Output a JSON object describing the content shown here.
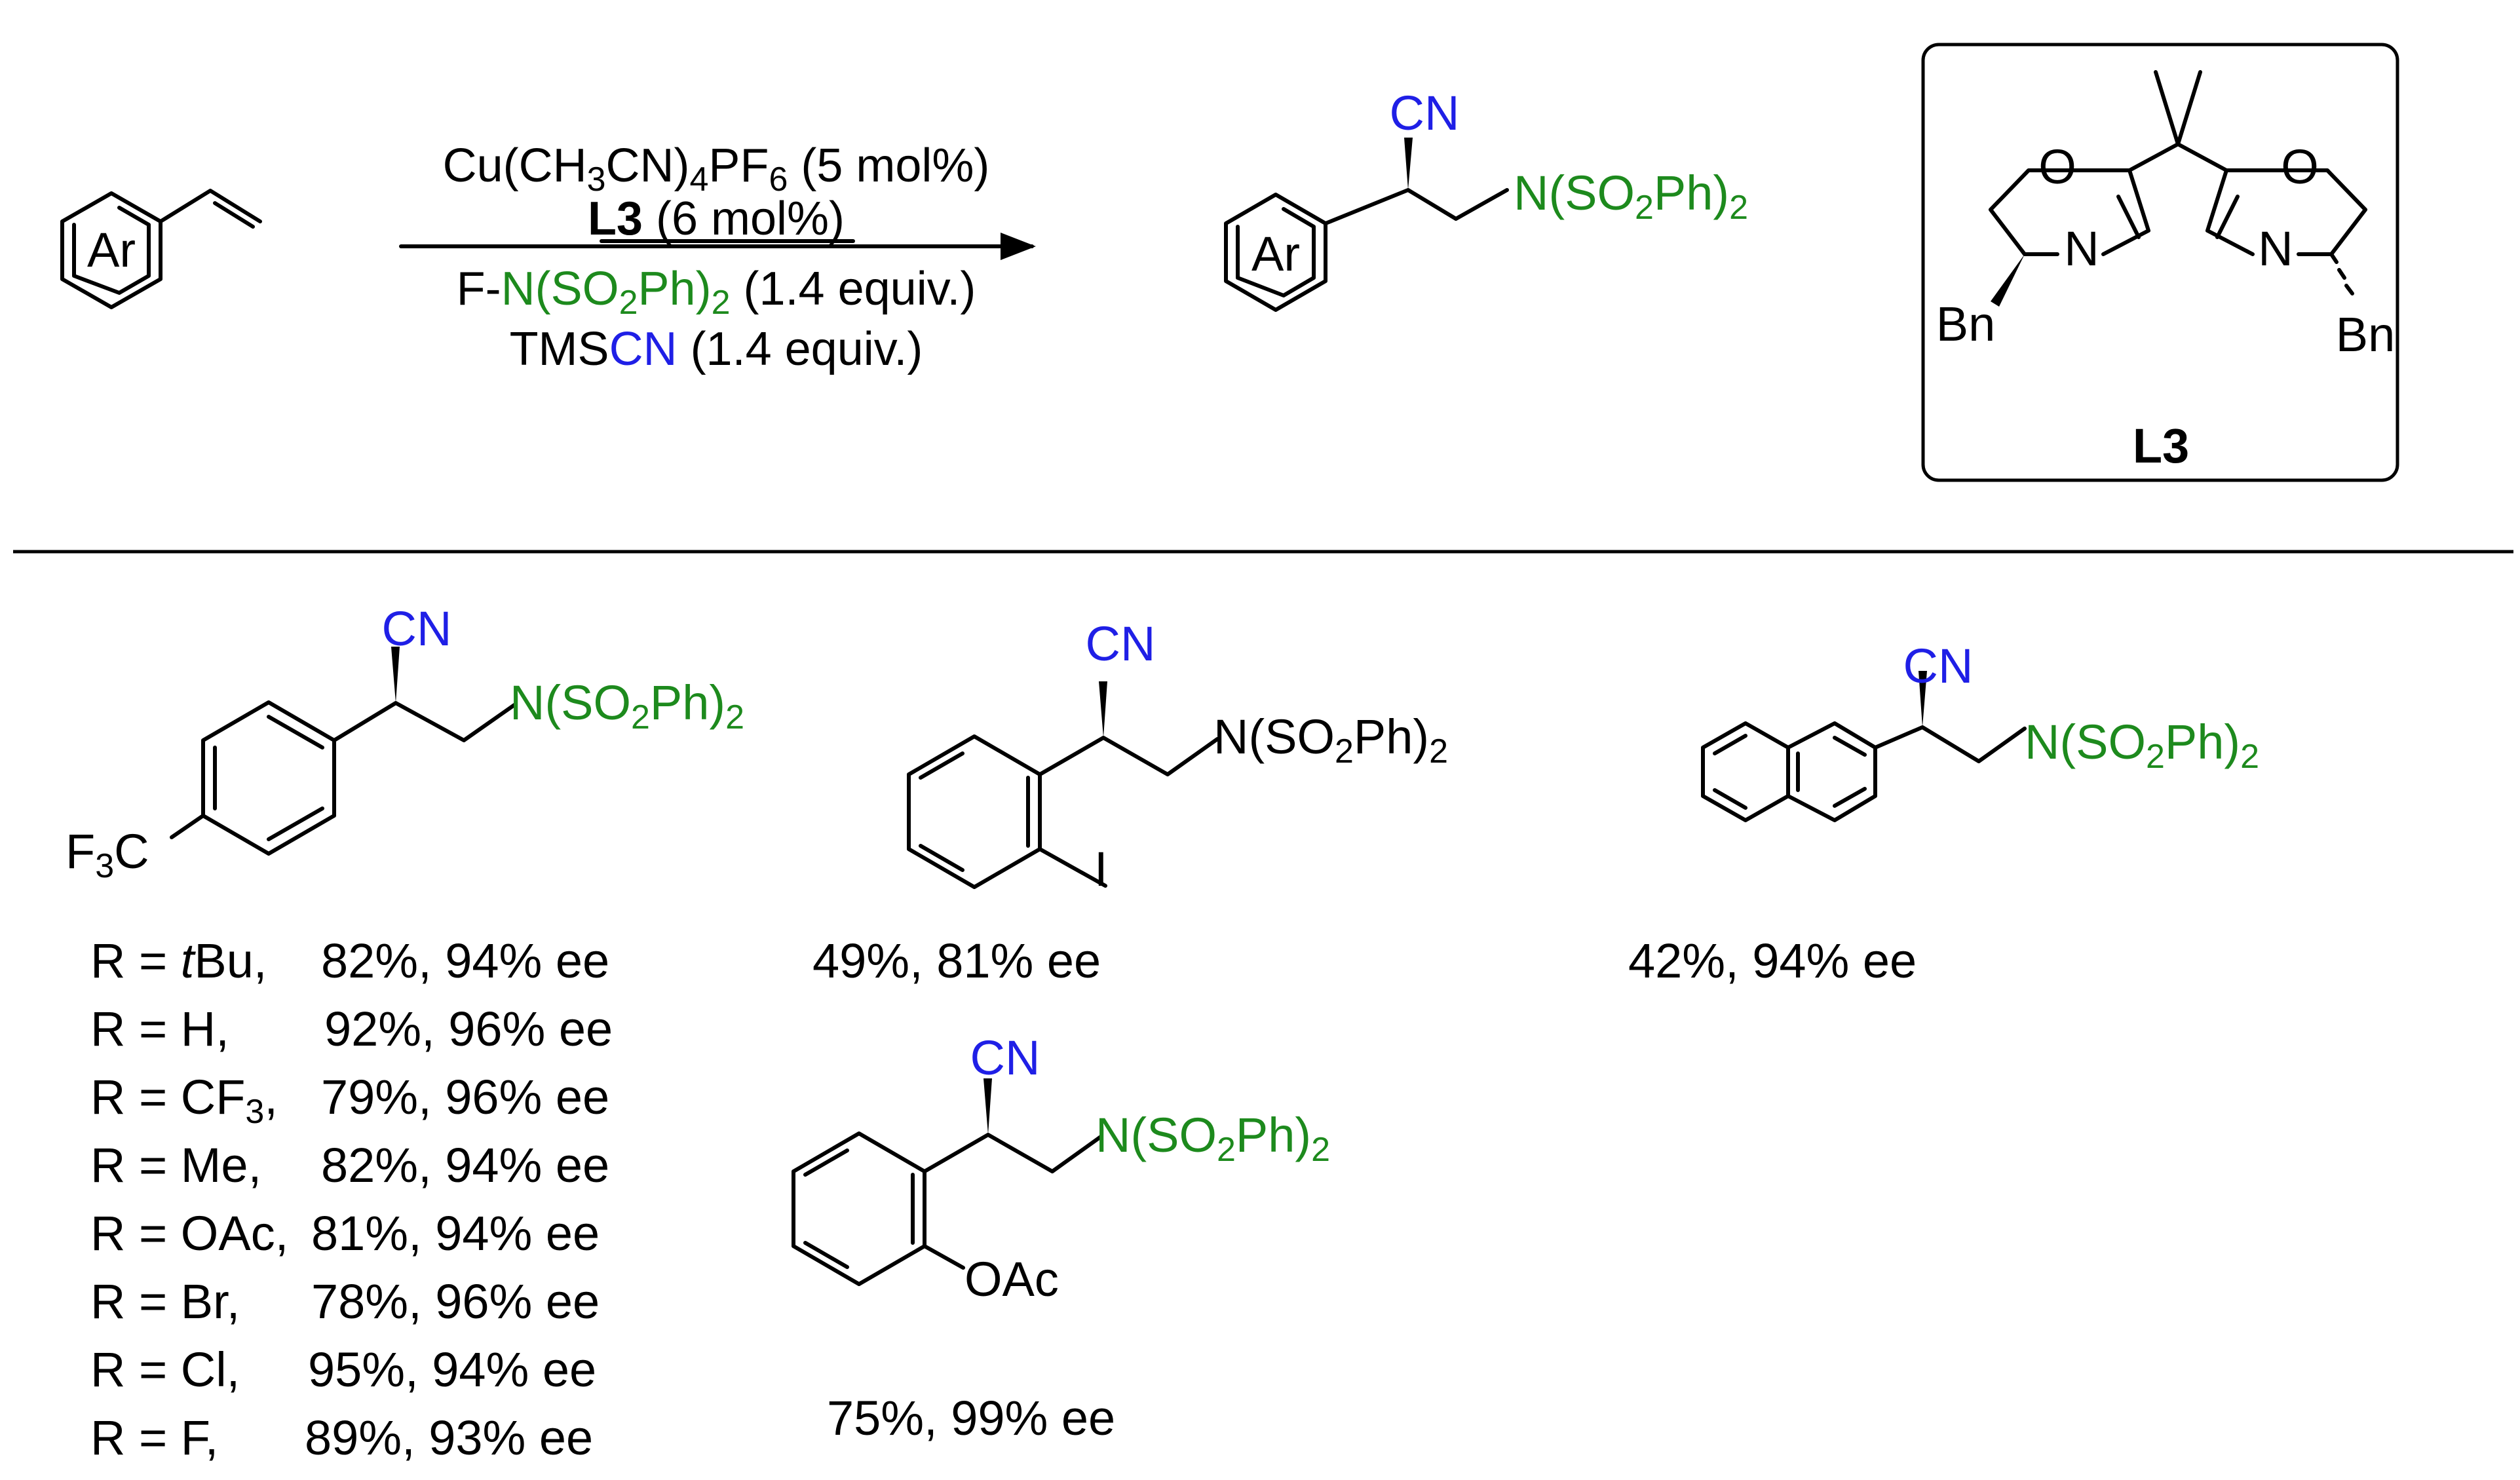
{
  "reaction": {
    "substrate_label": "Ar",
    "product_label": "Ar",
    "conditions": [
      {
        "parts": [
          "Cu(CH",
          "3",
          "CN)",
          "4",
          "PF",
          "6",
          " (5 mol%)"
        ]
      },
      {
        "parts": [
          "L3",
          " (6 mol%)"
        ]
      },
      {
        "parts": [
          "F-",
          "N(SO",
          "2",
          "Ph)",
          "2",
          " (1.4 equiv.)"
        ]
      },
      {
        "parts": [
          "TMS",
          "CN",
          " (1.4 equiv.)"
        ]
      }
    ],
    "nitrile_label": "CN",
    "amide_label": [
      "N(SO",
      "2",
      "Ph)",
      "2"
    ]
  },
  "ligand": {
    "name": "L3",
    "atoms": {
      "o": "O",
      "n": "N",
      "bn": "Bn"
    }
  },
  "substrates": {
    "para": {
      "nitrile": "CN",
      "amide": [
        "N(SO",
        "2",
        "Ph)",
        "2"
      ],
      "substituent": [
        "F",
        "3",
        "C"
      ],
      "results": [
        {
          "r": [
            "R = ",
            "t",
            "Bu,"
          ],
          "value": "82%, 94% ee"
        },
        {
          "r": [
            "R = H,"
          ],
          "value": "92%, 96% ee"
        },
        {
          "r": [
            "R = CF",
            "3",
            ","
          ],
          "value": "79%, 96% ee"
        },
        {
          "r": [
            "R = Me,"
          ],
          "value": "82%, 94% ee"
        },
        {
          "r": [
            "R = OAc,"
          ],
          "value": "81%, 94% ee"
        },
        {
          "r": [
            "R = Br,"
          ],
          "value": "78%, 96% ee"
        },
        {
          "r": [
            "R = Cl,"
          ],
          "value": "95%, 94% ee"
        },
        {
          "r": [
            "R = F,"
          ],
          "value": "89%, 93% ee"
        }
      ]
    },
    "ortho_iodo": {
      "nitrile": "CN",
      "amide": [
        "N(SO",
        "2",
        "Ph)",
        "2"
      ],
      "substituent": "I",
      "result": "49%, 81% ee"
    },
    "naphthyl": {
      "nitrile": "CN",
      "amide": [
        "N(SO",
        "2",
        "Ph)",
        "2"
      ],
      "result": "42%, 94% ee"
    },
    "ortho_oac": {
      "nitrile": "CN",
      "amide": [
        "N(SO",
        "2",
        "Ph)",
        "2"
      ],
      "substituent": "OAc",
      "result": "75%, 99% ee"
    }
  },
  "colors": {
    "nitrile": "#1f1fe6",
    "sulfonimide": "#1d8a1d",
    "ink": "#000000"
  }
}
